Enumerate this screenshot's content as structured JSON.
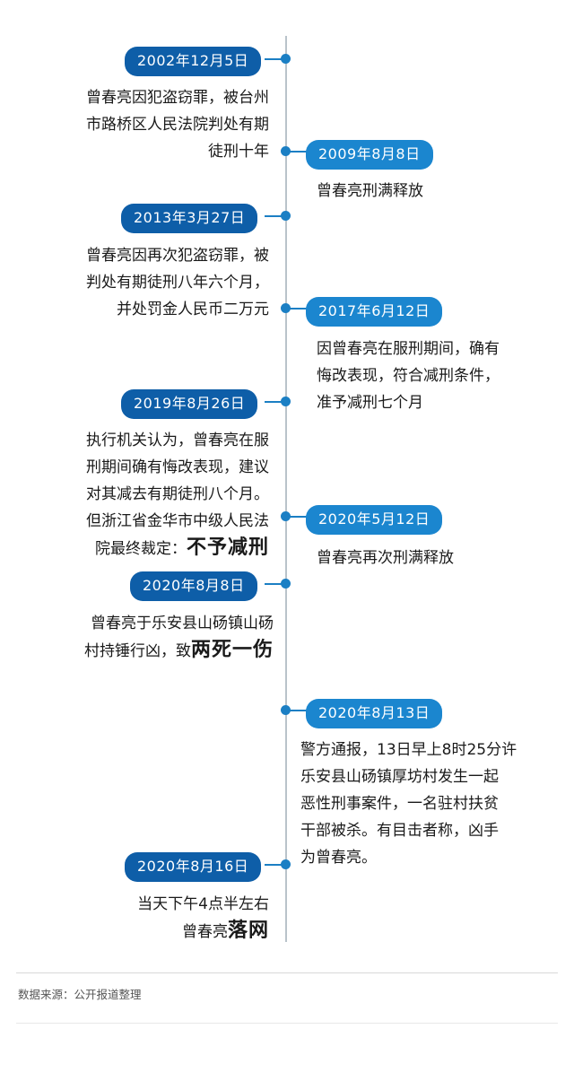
{
  "meta": {
    "source_note": "数据来源：公开报道整理"
  },
  "colors": {
    "pill_dark": "#0e5ea8",
    "pill_light": "#1b86cf",
    "dot": "#1b7fc4",
    "axis": "#b9c3ca"
  },
  "timeline": {
    "events": [
      {
        "id": "e1",
        "date": "2002年12月5日",
        "side": "left",
        "text": "曾春亮因犯盗窃罪，被台州\n市路桥区人民法院判处有期\n徒刑十年",
        "emphasis": ""
      },
      {
        "id": "e2",
        "date": "2009年8月8日",
        "side": "right",
        "text": "曾春亮刑满释放",
        "emphasis": ""
      },
      {
        "id": "e3",
        "date": "2013年3月27日",
        "side": "left",
        "text": "曾春亮因再次犯盗窃罪，被\n判处有期徒刑八年六个月，\n并处罚金人民币二万元",
        "emphasis": ""
      },
      {
        "id": "e4",
        "date": "2017年6月12日",
        "side": "right",
        "text": "因曾春亮在服刑期间，确有\n悔改表现，符合减刑条件，\n准予减刑七个月",
        "emphasis": ""
      },
      {
        "id": "e5",
        "date": "2019年8月26日",
        "side": "left",
        "text": "执行机关认为，曾春亮在服\n刑期间确有悔改表现，建议\n对其减去有期徒刑八个月。\n但浙江省金华市中级人民法\n院最终裁定：",
        "emphasis": "不予减刑"
      },
      {
        "id": "e6",
        "date": "2020年5月12日",
        "side": "right",
        "text": "曾春亮再次刑满释放",
        "emphasis": ""
      },
      {
        "id": "e7",
        "date": "2020年8月8日",
        "side": "left",
        "text": "曾春亮于乐安县山砀镇山砀\n村持锤行凶，致",
        "emphasis": "两死一伤"
      },
      {
        "id": "e8",
        "date": "2020年8月13日",
        "side": "right",
        "text": "警方通报，13日早上8时25分许\n乐安县山砀镇厚坊村发生一起\n恶性刑事案件，一名驻村扶贫\n干部被杀。有目击者称，凶手\n为曾春亮。",
        "emphasis": ""
      },
      {
        "id": "e9",
        "date": "2020年8月16日",
        "side": "left",
        "text": "当天下午4点半左右\n曾春亮",
        "emphasis": "落网"
      }
    ]
  }
}
